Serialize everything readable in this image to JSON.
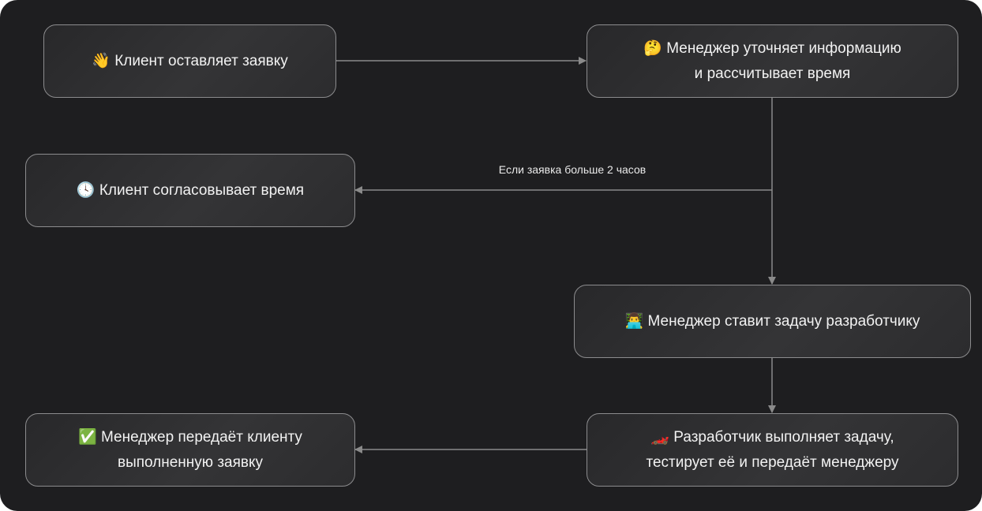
{
  "nodes": [
    {
      "id": "n1",
      "icon": "👋",
      "lines": [
        "Клиент оставляет заявку"
      ]
    },
    {
      "id": "n2",
      "icon": "🤔",
      "lines": [
        "Менеджер уточняет информацию",
        "и рассчитывает время"
      ]
    },
    {
      "id": "n3",
      "icon": "🕓",
      "lines": [
        "Клиент согласовывает время"
      ]
    },
    {
      "id": "n4",
      "icon": "👨‍💻",
      "lines": [
        "Менеджер ставит задачу разработчику"
      ]
    },
    {
      "id": "n5",
      "icon": "🏎️",
      "lines": [
        "Разработчик выполняет задачу,",
        "тестирует её и передаёт менеджеру"
      ]
    },
    {
      "id": "n6",
      "icon": "✅",
      "lines": [
        "Менеджер передаёт клиенту",
        "выполненную заявку"
      ]
    }
  ],
  "edges": [
    {
      "from": "n1",
      "to": "n2"
    },
    {
      "from": "n2",
      "to": "n4"
    },
    {
      "from": "n2",
      "to": "n3",
      "label": "Если заявка больше 2 часов"
    },
    {
      "from": "n4",
      "to": "n5"
    },
    {
      "from": "n5",
      "to": "n6"
    }
  ],
  "colors": {
    "background": "#1e1e20",
    "border": "#8c8c8e",
    "line": "#8a8a8a",
    "text": "#f2f2f2"
  }
}
